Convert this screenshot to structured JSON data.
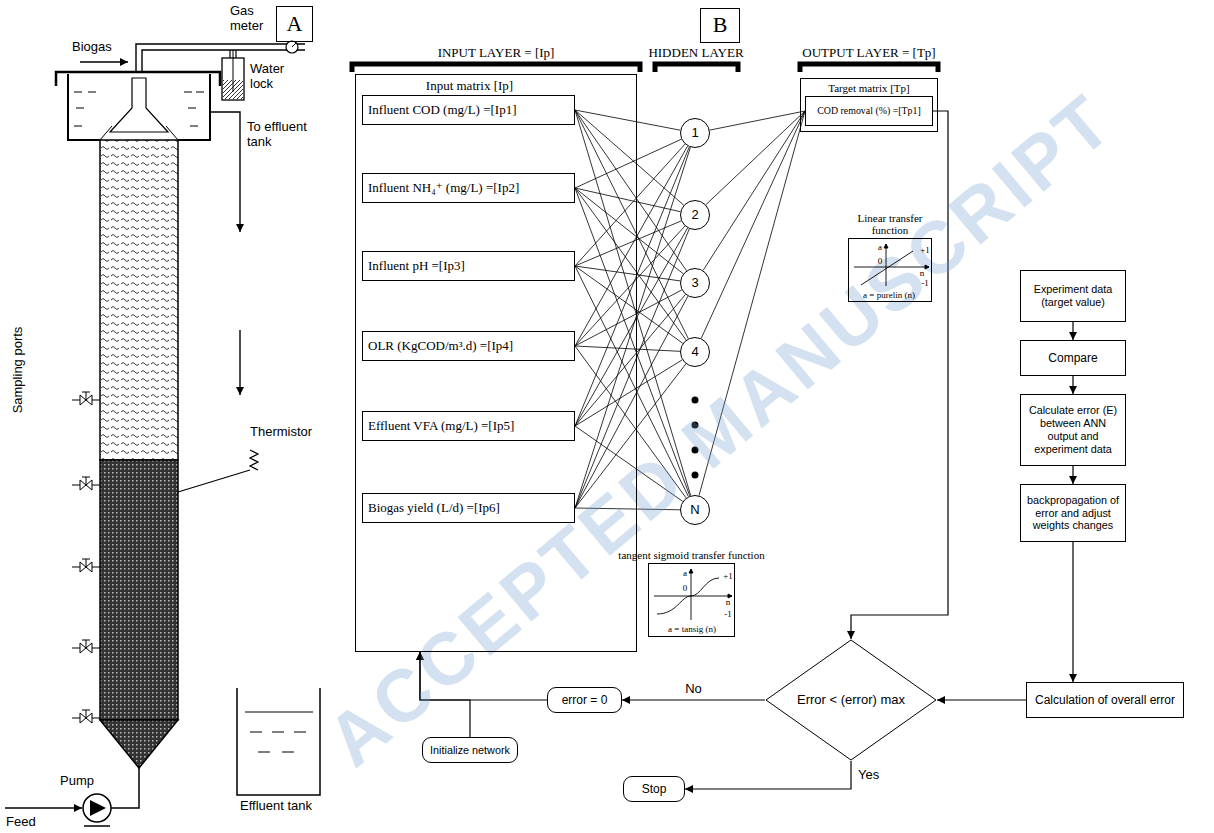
{
  "diagram": {
    "nodes": [
      {
        "text": [
          "A"
        ]
      },
      {
        "text": [
          "B"
        ]
      },
      {
        "text": [
          "Input matrix [Ip]"
        ]
      },
      {
        "text": [
          "Influent COD (mg/L) =[Ip1]"
        ],
        "in": 2
      },
      {
        "text": [
          "Influent NH₄⁺ (mg/L) =[Ip2]"
        ],
        "in": 2
      },
      {
        "text": [
          "Influent pH =[Ip3]"
        ],
        "in": 2
      },
      {
        "text": [
          "OLR (KgCOD/m³.d) =[Ip4]"
        ],
        "in": 2
      },
      {
        "text": [
          "Effluent VFA (mg/L) =[Ip5]"
        ],
        "in": 2
      },
      {
        "text": [
          "Biogas yield (L/d) =[Ip6]"
        ],
        "in": 2
      },
      {
        "text": [
          "1"
        ]
      },
      {
        "text": [
          "2"
        ]
      },
      {
        "text": [
          "3"
        ]
      },
      {
        "text": [
          "4"
        ]
      },
      {
        "text": [
          "N"
        ]
      },
      {
        "text": [
          "Target matrix [Tp]"
        ]
      },
      {
        "text": [
          "COD removal (%) =[Tp1]"
        ],
        "in": 14
      },
      {
        "text": [
          "Linear transfer function",
          "a",
          "+1",
          "n",
          "0",
          "-1",
          "a = purelin (n)"
        ]
      },
      {
        "text": [
          "tangent sigmoid transfer function",
          "a",
          "+1",
          "n",
          "0",
          "-1",
          "a = tansig (n)"
        ]
      },
      {
        "text": [
          "Experiment data (target value)"
        ]
      },
      {
        "text": [
          "Compare"
        ]
      },
      {
        "text": [
          "Calculate error (E) between ANN output and experiment data"
        ]
      },
      {
        "text": [
          "backpropagation of error and adjust weights changes"
        ]
      },
      {
        "text": [
          "Calculation of overall error"
        ]
      },
      {
        "text": [
          "Error < (error) max"
        ]
      },
      {
        "text": [
          "error = 0"
        ]
      },
      {
        "text": [
          "Initialize network"
        ]
      },
      {
        "text": [
          "Stop"
        ]
      }
    ],
    "edges": [
      {
        "from": 3,
        "to": 9,
        "arrow": "none"
      },
      {
        "from": 3,
        "to": 10,
        "arrow": "none"
      },
      {
        "from": 3,
        "to": 11,
        "arrow": "none"
      },
      {
        "from": 3,
        "to": 12,
        "arrow": "none"
      },
      {
        "from": 3,
        "to": 13,
        "arrow": "none"
      },
      {
        "from": 4,
        "to": 9,
        "arrow": "none"
      },
      {
        "from": 4,
        "to": 10,
        "arrow": "none"
      },
      {
        "from": 4,
        "to": 11,
        "arrow": "none"
      },
      {
        "from": 4,
        "to": 12,
        "arrow": "none"
      },
      {
        "from": 4,
        "to": 13,
        "arrow": "none"
      },
      {
        "from": 5,
        "to": 9,
        "arrow": "none"
      },
      {
        "from": 5,
        "to": 10,
        "arrow": "none"
      },
      {
        "from": 5,
        "to": 11,
        "arrow": "none"
      },
      {
        "from": 5,
        "to": 12,
        "arrow": "none"
      },
      {
        "from": 5,
        "to": 13,
        "arrow": "none"
      },
      {
        "from": 6,
        "to": 9,
        "arrow": "none"
      },
      {
        "from": 6,
        "to": 10,
        "arrow": "none"
      },
      {
        "from": 6,
        "to": 11,
        "arrow": "none"
      },
      {
        "from": 6,
        "to": 12,
        "arrow": "none"
      },
      {
        "from": 6,
        "to": 13,
        "arrow": "none"
      },
      {
        "from": 7,
        "to": 9,
        "arrow": "none"
      },
      {
        "from": 7,
        "to": 10,
        "arrow": "none"
      },
      {
        "from": 7,
        "to": 11,
        "arrow": "none"
      },
      {
        "from": 7,
        "to": 12,
        "arrow": "none"
      },
      {
        "from": 7,
        "to": 13,
        "arrow": "none"
      },
      {
        "from": 8,
        "to": 9,
        "arrow": "none"
      },
      {
        "from": 8,
        "to": 10,
        "arrow": "none"
      },
      {
        "from": 8,
        "to": 11,
        "arrow": "none"
      },
      {
        "from": 8,
        "to": 12,
        "arrow": "none"
      },
      {
        "from": 8,
        "to": 13,
        "arrow": "none"
      },
      {
        "from": 9,
        "to": 15,
        "arrow": "none"
      },
      {
        "from": 10,
        "to": 15,
        "arrow": "none"
      },
      {
        "from": 11,
        "to": 15,
        "arrow": "none"
      },
      {
        "from": 12,
        "to": 15,
        "arrow": "none"
      },
      {
        "from": 13,
        "to": 15,
        "arrow": "none"
      },
      {
        "from": 15,
        "to": 23,
        "arrow": "to"
      },
      {
        "from": 18,
        "to": 19,
        "arrow": "to"
      },
      {
        "from": 19,
        "to": 20,
        "arrow": "to"
      },
      {
        "from": 20,
        "to": 21,
        "arrow": "to"
      },
      {
        "from": 21,
        "to": 22,
        "arrow": "to"
      },
      {
        "from": 22,
        "to": 23,
        "arrow": "to"
      },
      {
        "from": 23,
        "to": 24,
        "label": "No",
        "arrow": "to"
      },
      {
        "from": 24,
        "to": 2,
        "arrow": "to"
      },
      {
        "from": 25,
        "to": 2,
        "arrow": "to"
      },
      {
        "from": 23,
        "to": 26,
        "label": "Yes",
        "arrow": "to"
      }
    ],
    "labels": [
      "INPUT LAYER = [Ip]",
      "HIDDEN LAYER",
      "OUTPUT LAYER = [Tp]",
      "Biogas",
      "Gas meter",
      "Water lock",
      "To effluent tank",
      "Thermistor",
      "Sampling ports",
      "Pump",
      "Feed",
      "Effluent tank",
      "ACCEPTED MANUSCRIPT"
    ]
  }
}
